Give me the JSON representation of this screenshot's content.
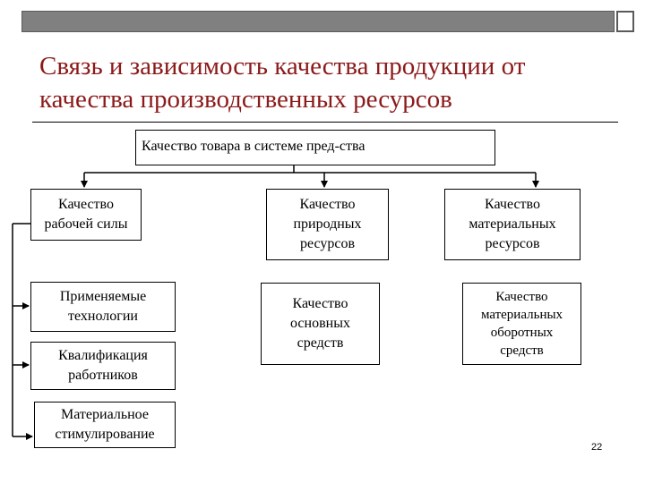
{
  "title": "Связь и зависимость качества продукции от качества производственных ресурсов",
  "boxes": {
    "root": "Качество товара в системе пред-ства",
    "labor": "Качество\nрабочей силы",
    "natural": "Качество\nприродных\nресурсов",
    "material": "Качество\nматериальных\nресурсов",
    "technology": "Применяемые\nтехнологии",
    "qualification": "Квалификация\nработников",
    "stimulation": "Материальное\nстимулирование",
    "fixed_assets": "Качество\nосновных\nсредств",
    "working_capital": "Качество\nматериальных\nоборотных\nсредств"
  },
  "page_number": "22"
}
